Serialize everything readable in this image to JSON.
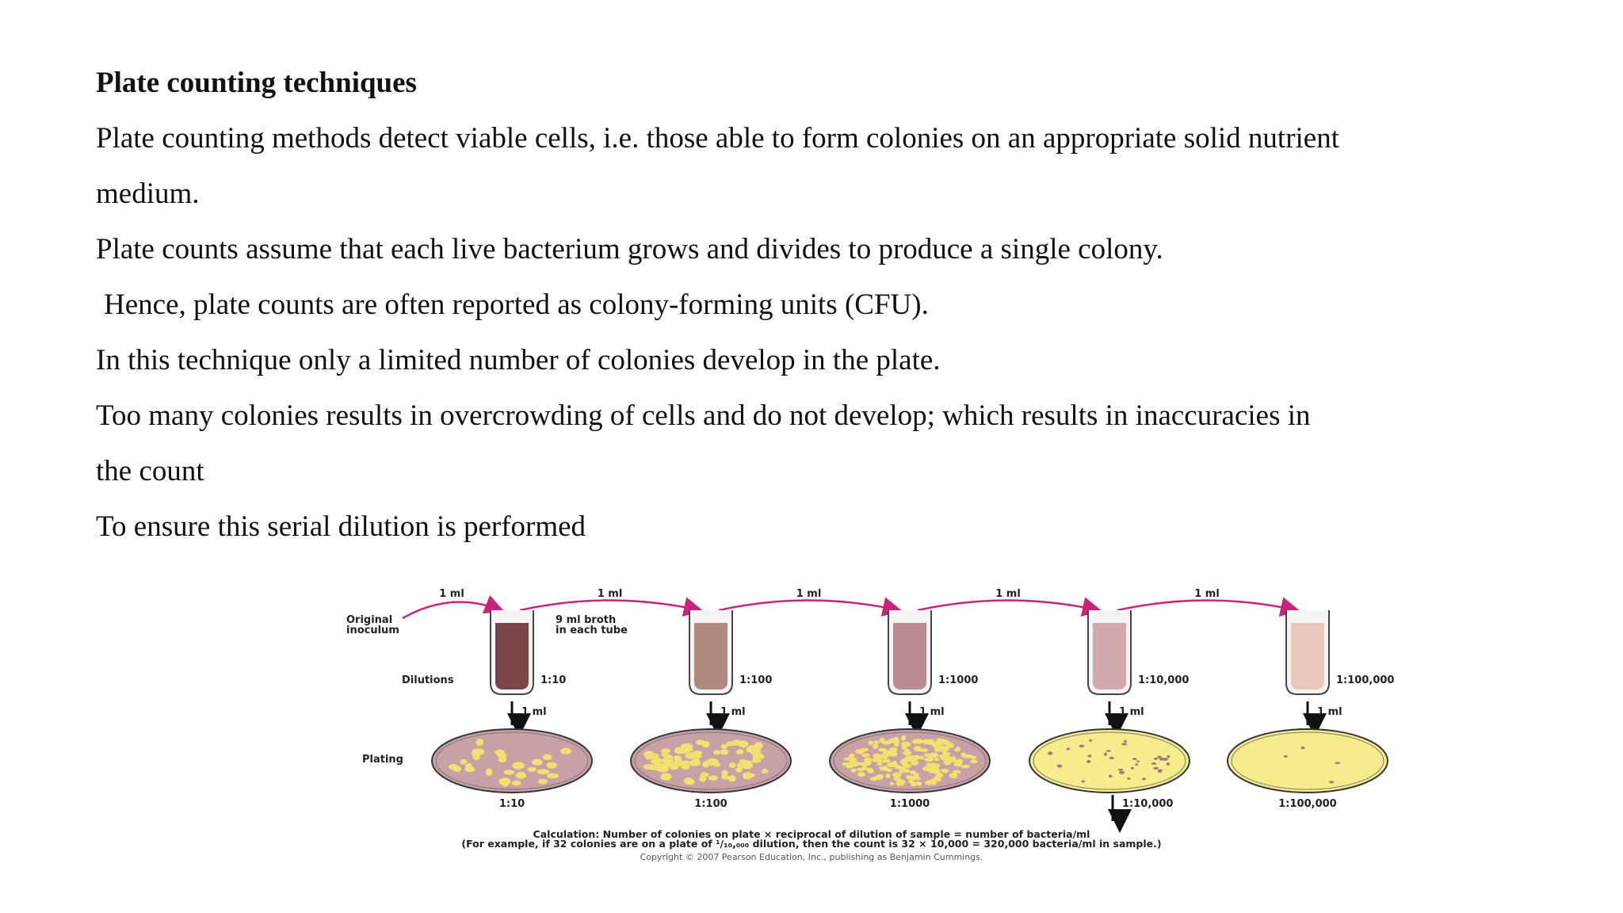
{
  "heading": "Plate counting techniques",
  "paragraphs": [
    "Plate counting methods detect viable cells, i.e. those able to form colonies on an appropriate solid nutrient",
    "medium.",
    "Plate counts assume that each live bacterium grows and divides to produce a single colony.",
    " Hence, plate counts are often reported as colony-forming units (CFU).",
    "In this technique only a limited number of colonies develop in the plate.",
    "Too many colonies results in overcrowding of cells and do not develop; which results in inaccuracies in",
    "the count",
    "To ensure this serial dilution is performed"
  ],
  "figure": {
    "transfer_label": "1 ml",
    "original_inoculum": [
      "Original",
      "inoculum"
    ],
    "broth_note": [
      "9 ml broth",
      "in each tube"
    ],
    "dilutions_label": "Dilutions",
    "plating_label": "Plating",
    "tubes": [
      {
        "dilution": "1:10",
        "color": "#7a4448"
      },
      {
        "dilution": "1:100",
        "color": "#b08a7c"
      },
      {
        "dilution": "1:1000",
        "color": "#b98a90"
      },
      {
        "dilution": "1:10,000",
        "color": "#d0a8ae"
      },
      {
        "dilution": "1:100,000",
        "color": "#e8c8bc"
      }
    ],
    "plates": [
      {
        "label": "1:10",
        "density": "confluent"
      },
      {
        "label": "1:100",
        "density": "dense"
      },
      {
        "label": "1:1000",
        "density": "crowded"
      },
      {
        "label": "1:10,000",
        "density": "countable"
      },
      {
        "label": "1:100,000",
        "density": "sparse"
      }
    ],
    "calculation_line": "Calculation: Number of colonies on plate × reciprocal of dilution of sample = number of bacteria/ml",
    "example_line": "(For example, if 32 colonies are on a plate of ¹/₁₀,₀₀₀ dilution, then the count is 32 × 10,000 = 320,000 bacteria/ml in sample.)",
    "copyright": "Copyright © 2007 Pearson Education, Inc., publishing as Benjamin Cummings.",
    "colors": {
      "arrow": "#c8247a",
      "agar_lawn": "#c9a0a6",
      "agar_clear": "#f7ec8c",
      "colony": "#f2e070"
    }
  }
}
